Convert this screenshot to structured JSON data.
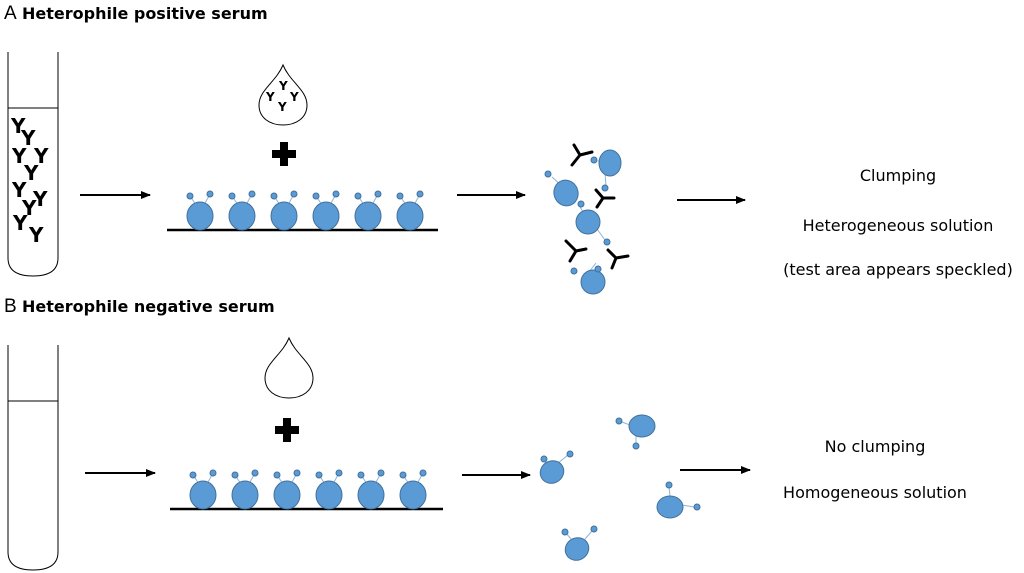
{
  "panel_a": {
    "letter": "A",
    "title": "Heterophile positive serum",
    "results": [
      "Clumping",
      "Heterogeneous solution",
      "(test area appears speckled)"
    ]
  },
  "panel_b": {
    "letter": "B",
    "title": "Heterophile negative serum",
    "results": [
      "No clumping",
      "Homogeneous solution"
    ]
  },
  "symbols": {
    "antibody_glyph": "Y",
    "plus_icon": "plus-icon"
  },
  "colors": {
    "bead_fill": "#5b9bd5",
    "bead_stroke": "#41719c",
    "line": "#000000"
  }
}
